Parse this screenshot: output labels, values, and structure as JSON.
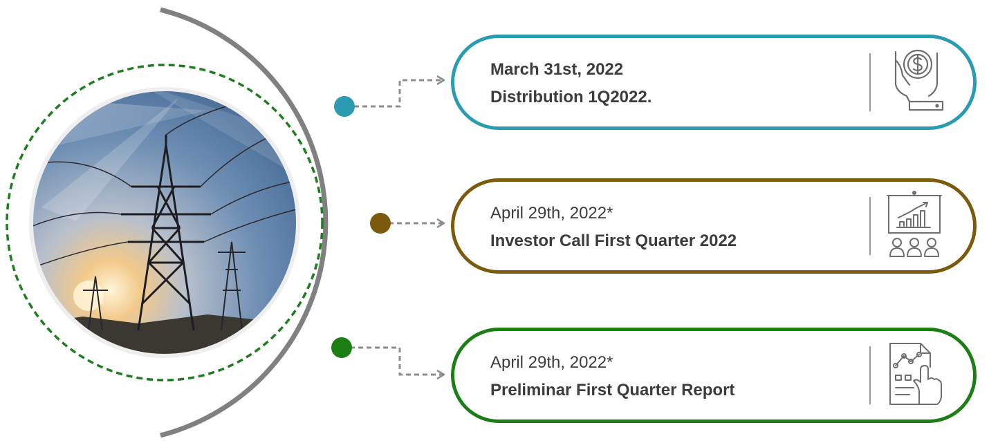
{
  "colors": {
    "timeline_arc": "#808080",
    "dashed_circle": "#1e7d1e",
    "connector": "#8c8c8c"
  },
  "photo": {
    "icon": "transmission-tower-sunset-photo"
  },
  "events": [
    {
      "date": "March 31st, 2022",
      "title": "Distribution 1Q2022.",
      "date_bold": true,
      "color": "#2a9bb0",
      "icon": "hand-dollar-coin-icon"
    },
    {
      "date": "April 29th, 2022*",
      "title": "Investor Call First Quarter 2022",
      "date_bold": false,
      "color": "#7a5a0c",
      "icon": "presentation-chart-audience-icon"
    },
    {
      "date": "April 29th, 2022*",
      "title": "Preliminar First Quarter Report",
      "date_bold": false,
      "color": "#1c7f16",
      "icon": "report-hand-pointer-icon"
    }
  ]
}
